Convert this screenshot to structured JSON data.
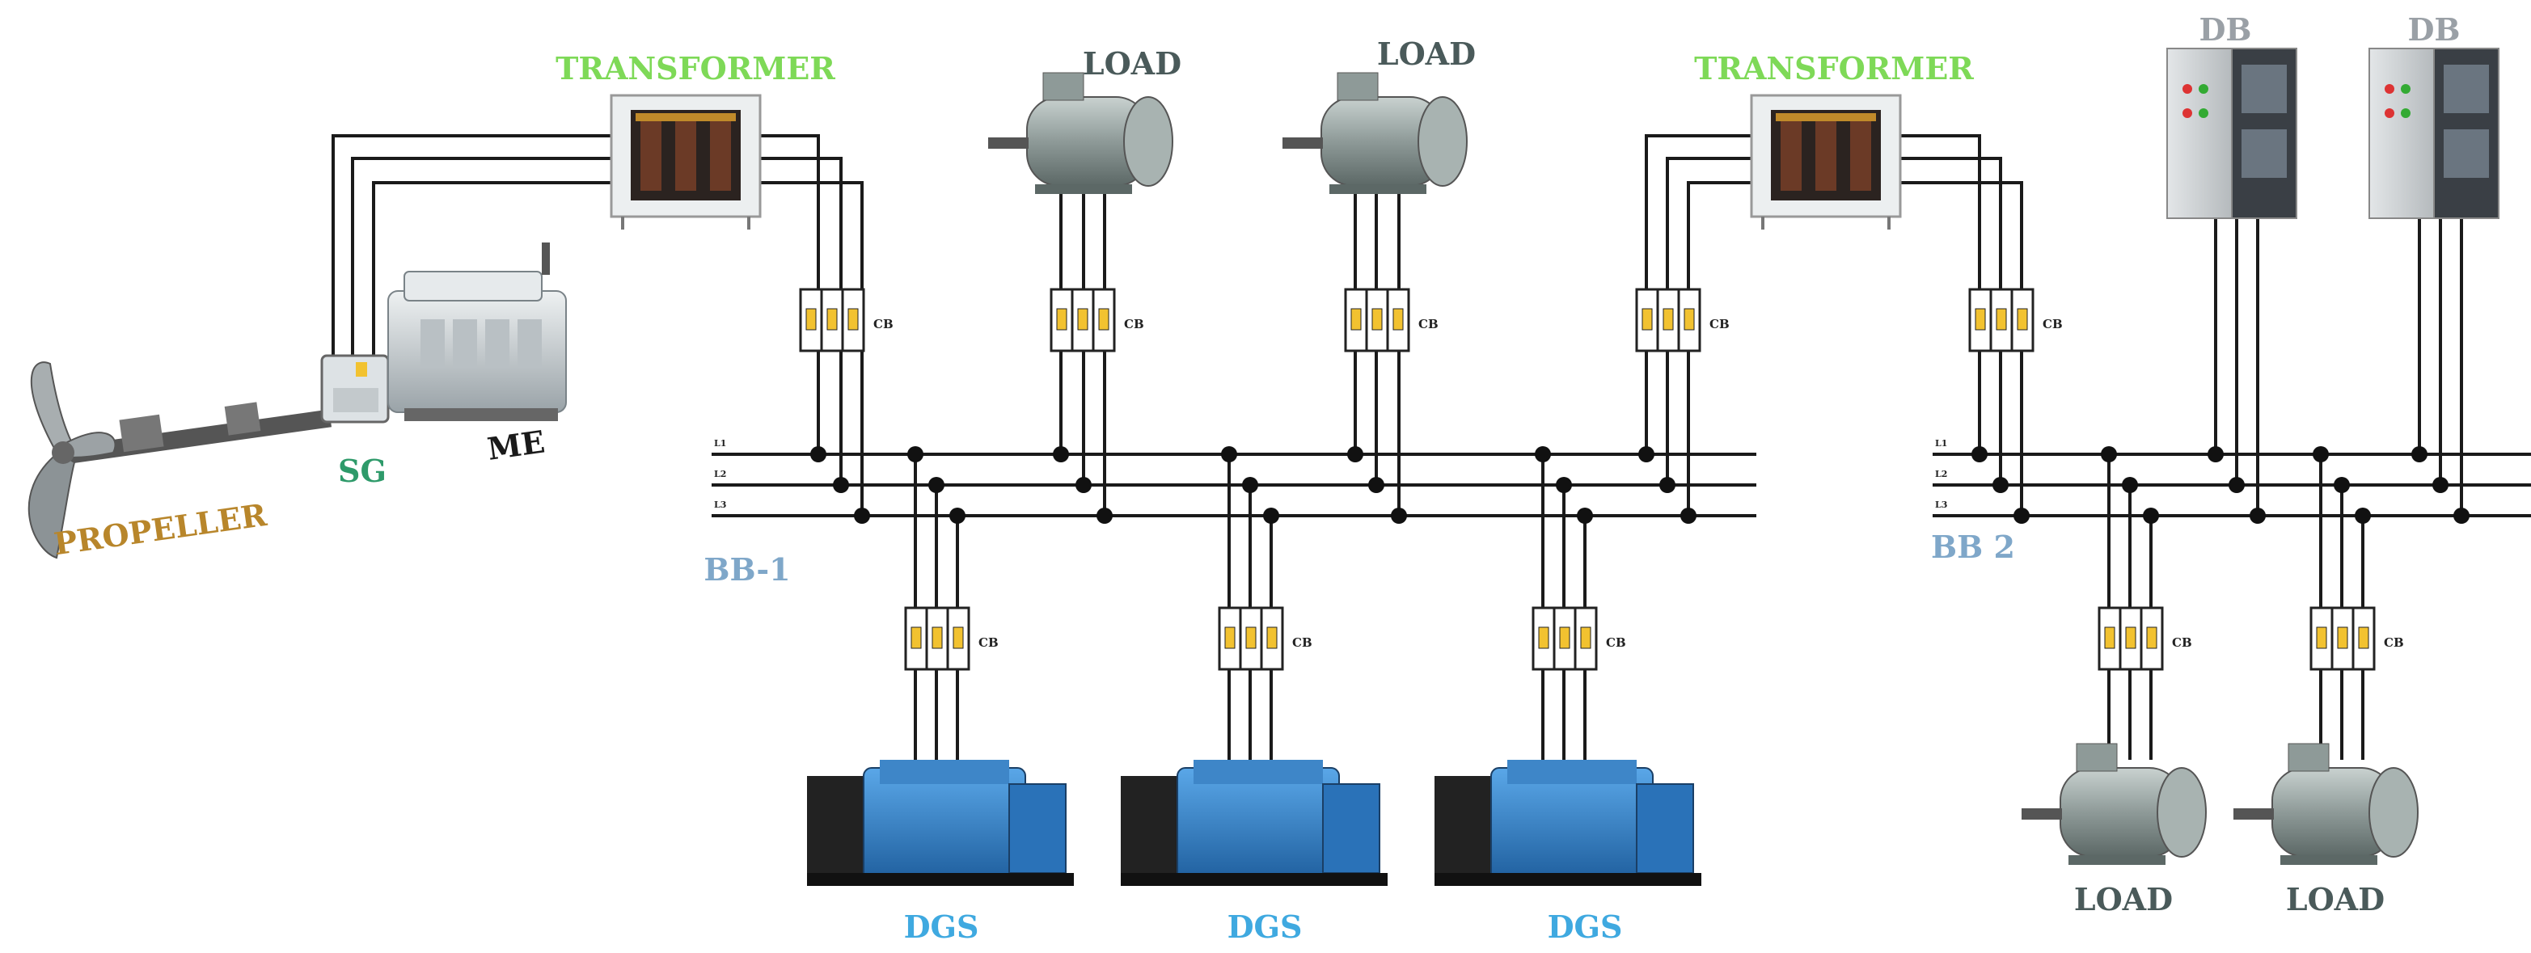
{
  "labels": {
    "transformer_left": "TRANSFORMER",
    "transformer_right": "TRANSFORMER",
    "load_top_1": "LOAD",
    "load_top_2": "LOAD",
    "load_bottom_1": "LOAD",
    "load_bottom_2": "LOAD",
    "db_1": "DB",
    "db_2": "DB",
    "propeller": "PROPELLER",
    "sg": "SG",
    "me": "ME",
    "bb1": "BB-1",
    "bb2": "BB 2",
    "dgs_1": "DGS",
    "dgs_2": "DGS",
    "dgs_3": "DGS"
  },
  "cb_label": "CB",
  "bus_lines": [
    "L1",
    "L2",
    "L3"
  ],
  "colors": {
    "transformer": "#7ed957",
    "load": "#4a5a5a",
    "db": "#9aa0a6",
    "propeller": "#b8862b",
    "sg": "#2e9a6a",
    "me": "#1a1a1a",
    "busbar": "#7fa7c9",
    "dgs": "#3fa9e0",
    "wire": "#1a1a1a"
  }
}
